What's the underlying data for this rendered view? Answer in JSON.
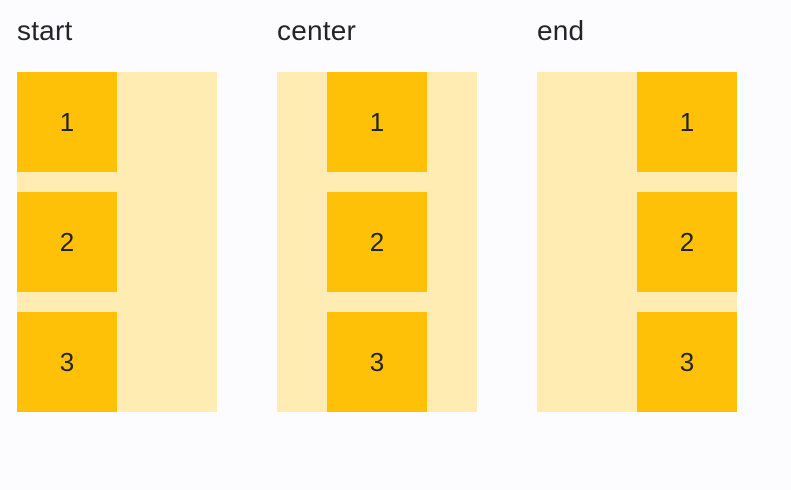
{
  "page": {
    "background_color": "#FCFCFF"
  },
  "demo": {
    "box_color": "#FFC107",
    "container_color": "#FFECB3",
    "label_color": "#212529",
    "number_color": "#212529",
    "columns": [
      {
        "label": "start",
        "alignment": "start",
        "items": [
          "1",
          "2",
          "3"
        ]
      },
      {
        "label": "center",
        "alignment": "center",
        "items": [
          "1",
          "2",
          "3"
        ]
      },
      {
        "label": "end",
        "alignment": "end",
        "items": [
          "1",
          "2",
          "3"
        ]
      }
    ]
  }
}
